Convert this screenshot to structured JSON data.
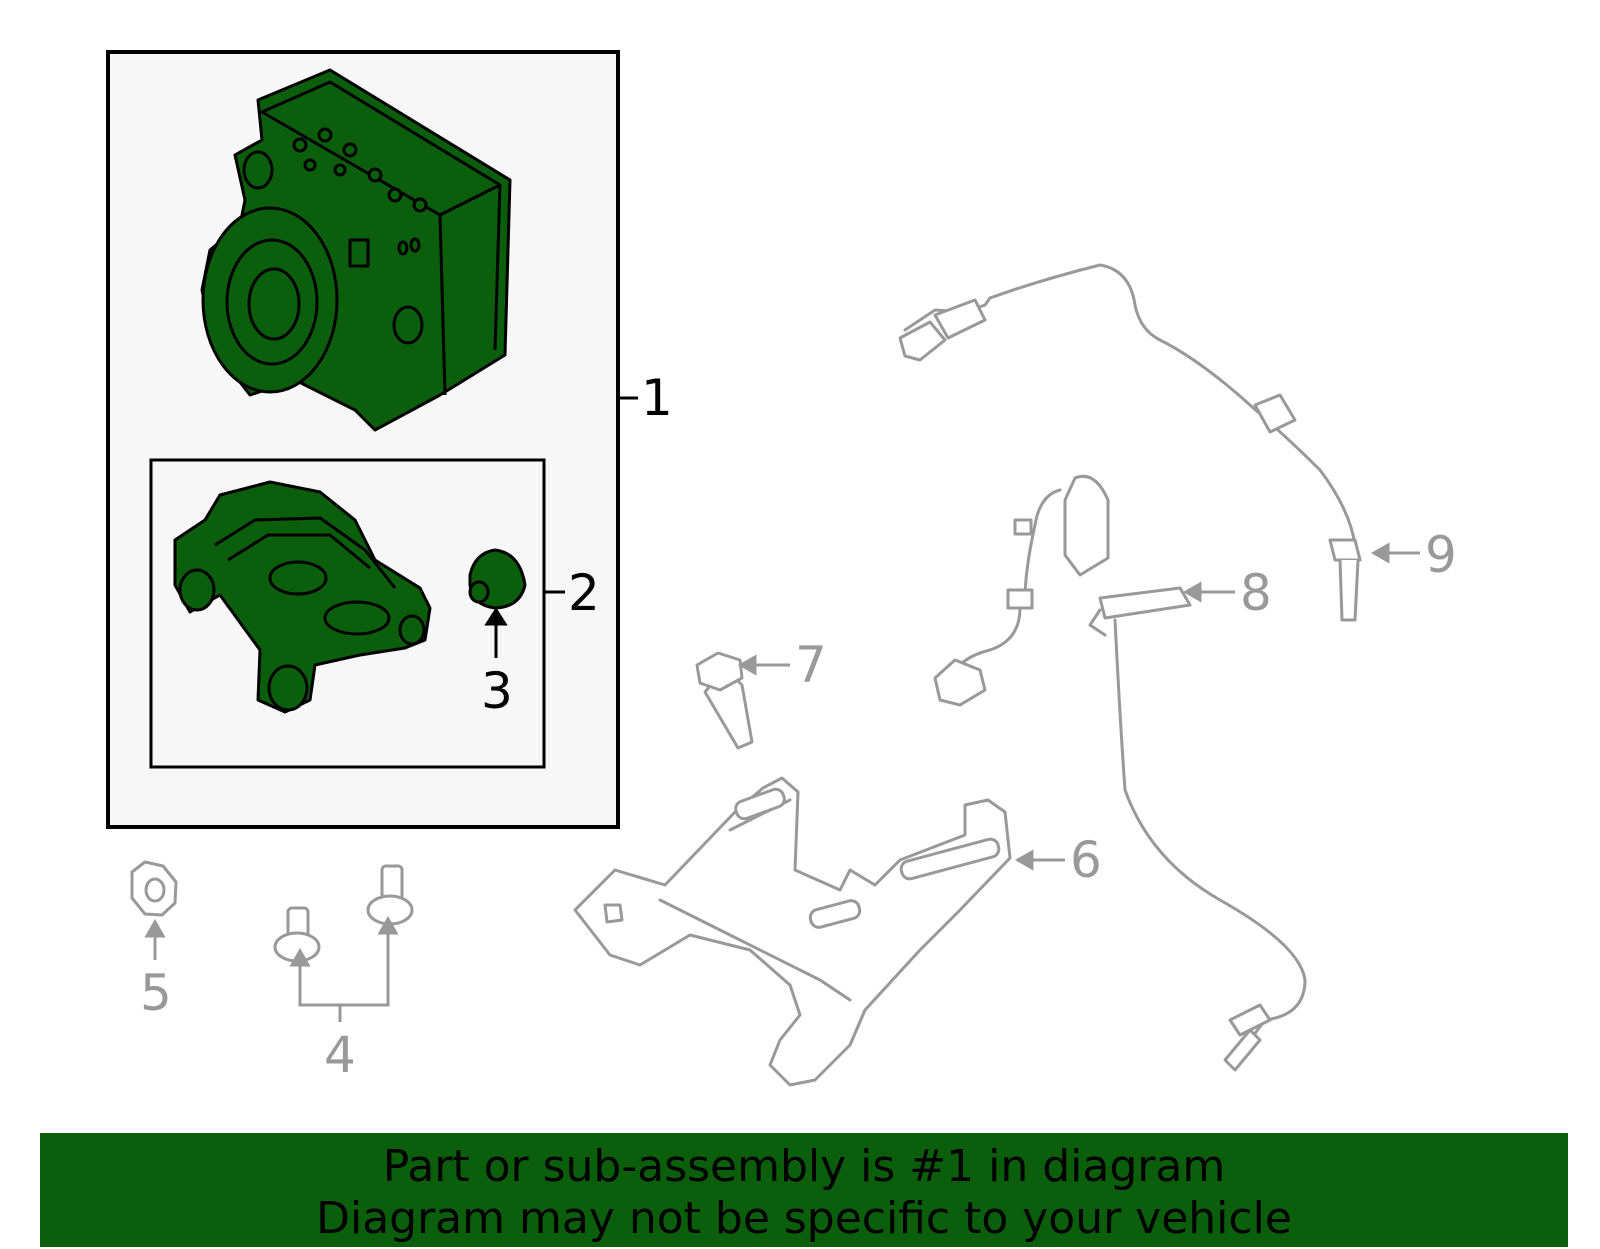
{
  "colors": {
    "highlight_part": "#0b5e0b",
    "active_outline": "#000000",
    "inactive_outline": "#999999",
    "panel_fill": "#f7f7f7",
    "banner_bg": "#0b5e0b",
    "banner_text": "#000000"
  },
  "callouts": {
    "c1": "1",
    "c2": "2",
    "c3": "3",
    "c4": "4",
    "c5": "5",
    "c6": "6",
    "c7": "7",
    "c8": "8",
    "c9": "9"
  },
  "banner": {
    "line1": "Part or sub-assembly is #1 in diagram",
    "line2": "Diagram may not be specific to your vehicle"
  }
}
